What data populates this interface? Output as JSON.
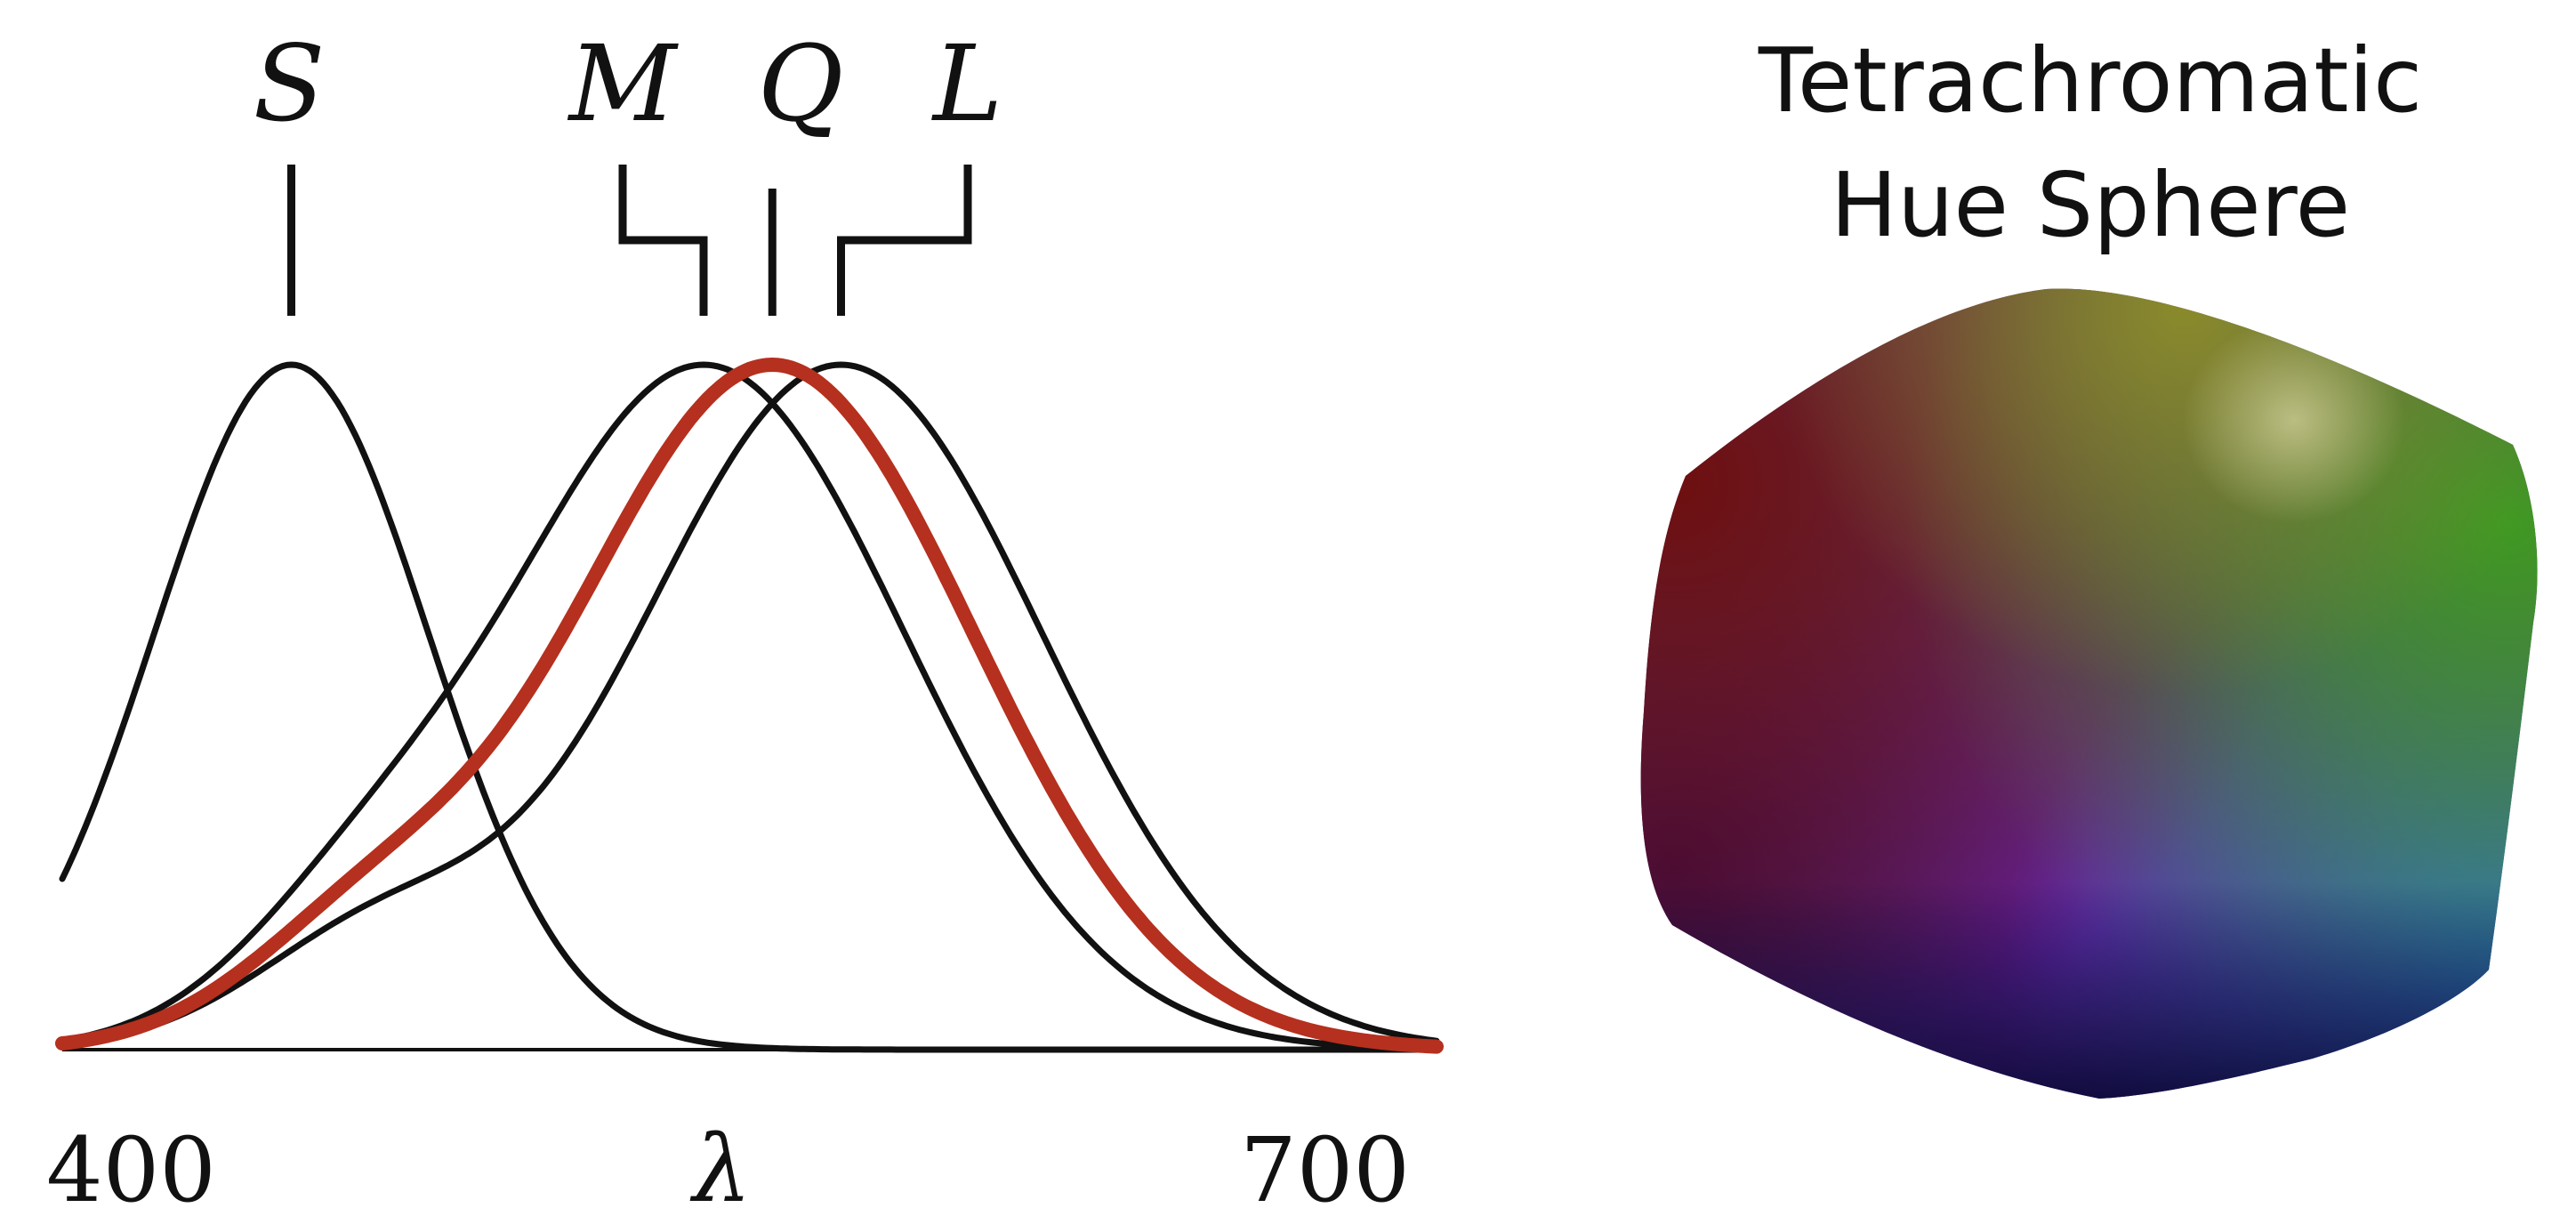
{
  "chart_data": {
    "type": "line",
    "x_range": [
      400,
      700
    ],
    "x_tick_labels": [
      "400",
      "700"
    ],
    "x_axis_symbol": "λ",
    "cones": [
      {
        "name": "S",
        "peak": 450,
        "color": "#111111"
      },
      {
        "name": "M",
        "peak": 540,
        "color": "#111111"
      },
      {
        "name": "Q",
        "peak": 555,
        "color": "#b5301e"
      },
      {
        "name": "L",
        "peak": 570,
        "color": "#111111"
      }
    ],
    "colors": {
      "cone_curve": "#111111",
      "extra_cone_curve": "#b5301e"
    }
  },
  "sphere_panel": {
    "title_line1": "Tetrachromatic",
    "title_line2": "Hue Sphere"
  }
}
